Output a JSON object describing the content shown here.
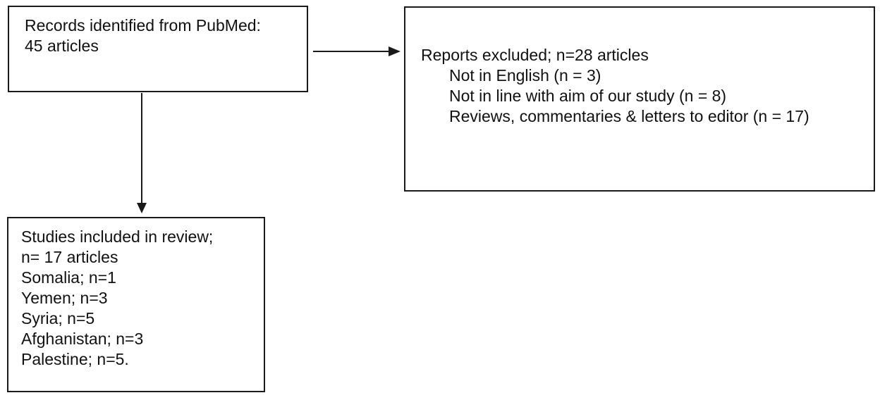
{
  "records_box": {
    "lines": [
      "Records identified from PubMed:",
      "45 articles"
    ]
  },
  "excluded_box": {
    "heading": "Reports excluded; n=28 articles",
    "reasons": [
      "Not in English (n = 3)",
      "Not in line with aim of our study (n = 8)",
      "Reviews, commentaries & letters to editor (n = 17)"
    ]
  },
  "included_box": {
    "lines": [
      "Studies included in review;",
      "n= 17 articles",
      "Somalia; n=1",
      "Yemen; n=3",
      "Syria; n=5",
      "Afghanistan; n=3",
      "Palestine; n=5."
    ]
  },
  "colors": {
    "stroke": "#1a1a1a",
    "text": "#111111",
    "background": "#ffffff"
  }
}
